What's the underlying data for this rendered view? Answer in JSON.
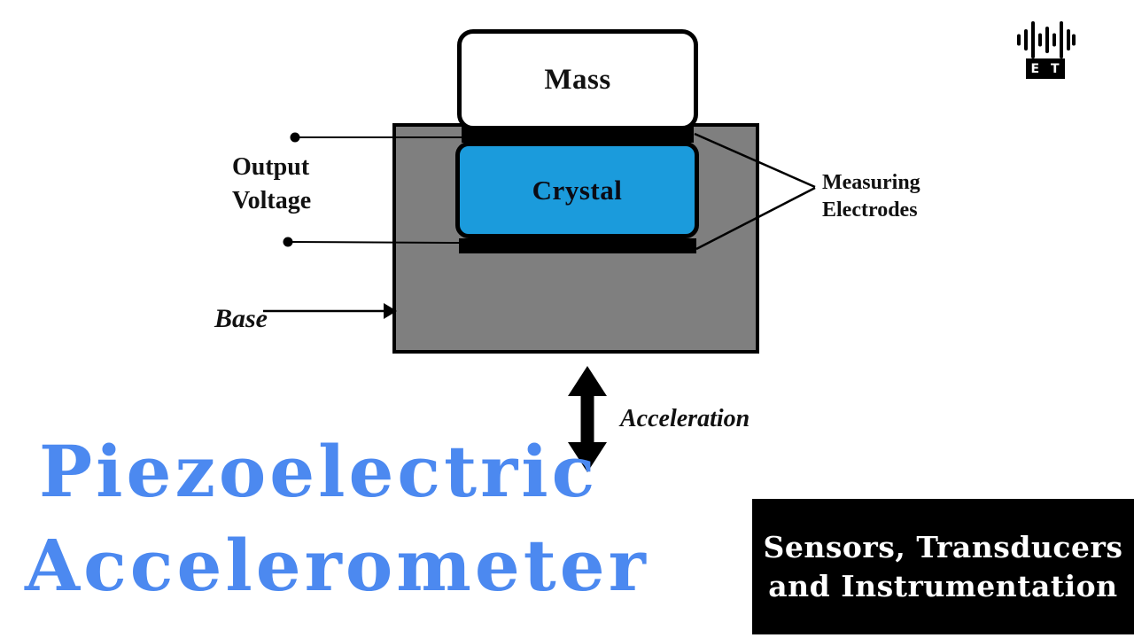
{
  "diagram": {
    "mass_label": "Mass",
    "crystal_label": "Crystal",
    "output_voltage_label": "Output\nVoltage",
    "measuring_electrodes_label": "Measuring\nElectrodes",
    "base_label": "Base",
    "acceleration_label": "Acceleration"
  },
  "title": {
    "line1": "Piezoelectric",
    "line2": "Accelerometer"
  },
  "footer_badge": {
    "text": "Sensors, Transducers\nand Instrumentation"
  },
  "logo": {
    "icon": "audio-waveform-icon",
    "text": "E T"
  },
  "colors": {
    "crystal_blue": "#1b9bdc",
    "base_gray": "#7f7f7f",
    "title_blue": "#4c89f0",
    "electrode_black": "#000000",
    "badge_background": "#000000",
    "badge_text": "#ffffff"
  }
}
